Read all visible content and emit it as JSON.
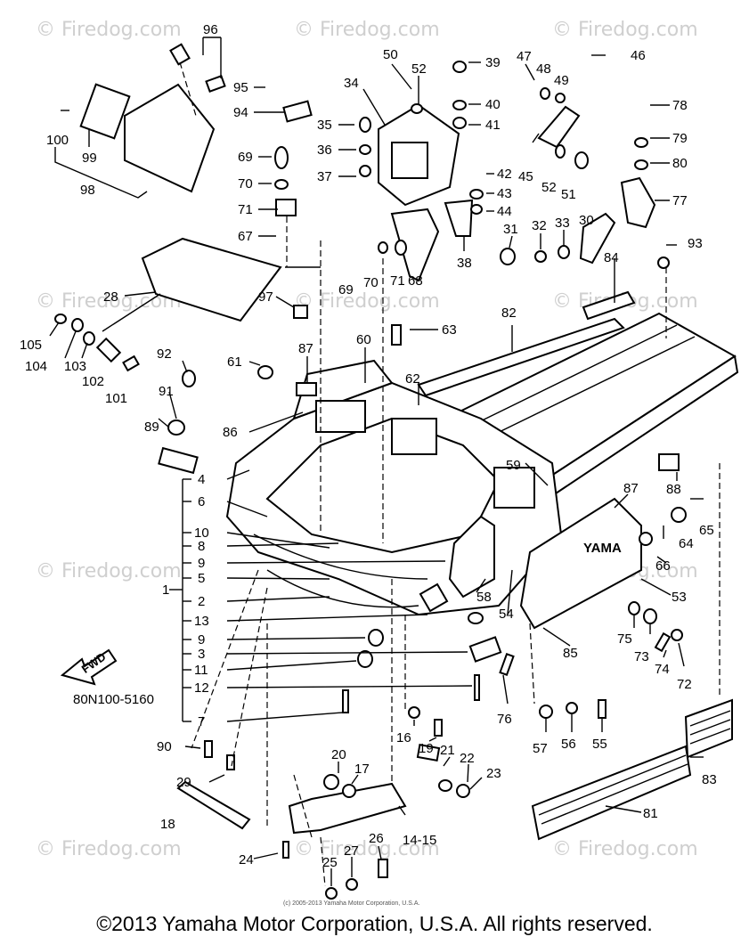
{
  "diagram": {
    "code": "80N100-5160",
    "fwd_label": "FWD",
    "watermarks": [
      "© Firedog.com",
      "© Firedog.com",
      "© Firedog.com",
      "© Firedog.com",
      "© Firedog.com",
      "© Firedog.com",
      "© Firedog.com",
      "© Firedog.com",
      "© Firedog.com",
      "© Firedog.com",
      "© Firedog.com"
    ],
    "small_copyright": "(c) 2005-2013 Yamaha Motor Corporation, U.S.A.",
    "footer": "©2013 Yamaha Motor Corporation, U.S.A. All rights reserved.",
    "part_labels": [
      "96",
      "95",
      "94",
      "100",
      "99",
      "98",
      "50",
      "52",
      "34",
      "35",
      "36",
      "37",
      "39",
      "40",
      "41",
      "47",
      "48",
      "49",
      "46",
      "45",
      "52",
      "51",
      "42",
      "43",
      "44",
      "38",
      "31",
      "32",
      "33",
      "30",
      "78",
      "79",
      "80",
      "77",
      "69",
      "70",
      "71",
      "67",
      "69",
      "70",
      "71",
      "68",
      "28",
      "97",
      "105",
      "104",
      "103",
      "102",
      "101",
      "92",
      "91",
      "89",
      "61",
      "87",
      "86",
      "60",
      "62",
      "63",
      "82",
      "84",
      "93",
      "59",
      "88",
      "87",
      "65",
      "64",
      "66",
      "53",
      "58",
      "54",
      "85",
      "75",
      "73",
      "74",
      "72",
      "76",
      "57",
      "56",
      "55",
      "83",
      "81",
      "4",
      "6",
      "10",
      "8",
      "9",
      "5",
      "2",
      "13",
      "9",
      "3",
      "11",
      "12",
      "7",
      "1",
      "90",
      "29",
      "18",
      "20",
      "17",
      "16",
      "19",
      "21",
      "22",
      "23",
      "14-15",
      "24",
      "25",
      "27",
      "26"
    ]
  }
}
